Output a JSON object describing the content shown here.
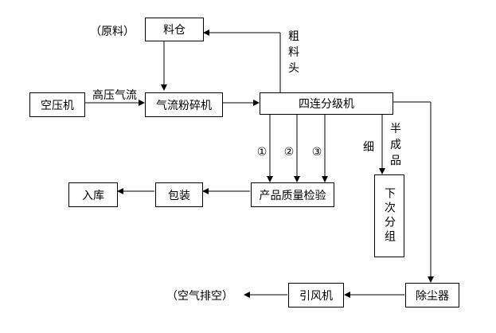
{
  "nodes": {
    "silo": "料仓",
    "air_compressor": "空压机",
    "jet_mill": "气流粉碎机",
    "classifier": "四连分级机",
    "quality_check": "产品质量检验",
    "packing": "包装",
    "storage": "入库",
    "next_group": "下次分组",
    "dust_collector": "除尘器",
    "induced_fan": "引风机"
  },
  "labels": {
    "raw_material": "（原料）",
    "high_pressure_air": "高压气流",
    "coarse_head": "粗料头",
    "fine": "细",
    "semi_product": "半成品",
    "exhaust": "（空气排空）",
    "stream_1": "①",
    "stream_2": "②",
    "stream_3": "③"
  }
}
